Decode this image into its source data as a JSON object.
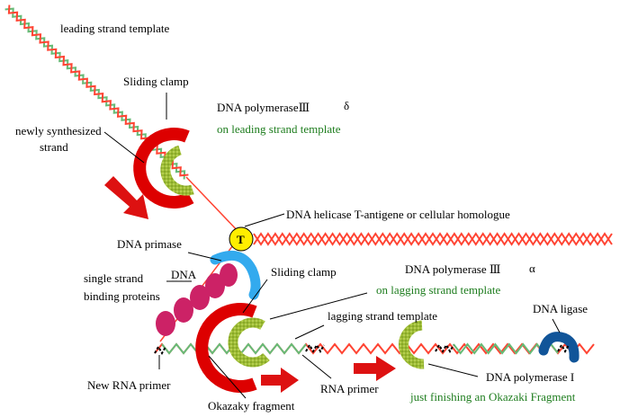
{
  "labels": {
    "leading_template": "leading strand template",
    "sliding_clamp_top": "Sliding clamp",
    "pol3_delta": "DNA polymeraseⅢ",
    "delta_symbol": "δ",
    "on_leading": "on leading strand template",
    "newly_synth_1": "newly synthesized",
    "newly_synth_2": "strand",
    "helicase": "DNA helicase T-antigene or cellular  homologue",
    "t_antigen": "T",
    "primase": "DNA primase",
    "ssb_1": "single strand",
    "ssb_dna": "DNA",
    "ssb_2": "binding proteins",
    "sliding_clamp_lower": "Sliding clamp",
    "pol3_alpha": "DNA polymerase Ⅲ",
    "alpha_symbol": "α",
    "on_lagging": "on lagging strand template",
    "lagging_template": "lagging strand template",
    "dna_ligase": "DNA ligase",
    "new_rna_primer": "New  RNA primer",
    "rna_primer": "RNA primer",
    "pol1": "DNA polymerase I",
    "just_finishing": "just finishing an Okazaki Fragment",
    "okazaki": "Okazaky fragment"
  },
  "colors": {
    "template_strand": "#ff4433",
    "new_strand": "#66bb77",
    "clamp": "#dd0000",
    "polymerase": "#99bb33",
    "primase": "#33aaee",
    "ssb": "#cc2266",
    "ligase": "#115599",
    "helicase": "#ffee00",
    "arrow": "#dd1111",
    "label_green": "#1e7d1e"
  }
}
